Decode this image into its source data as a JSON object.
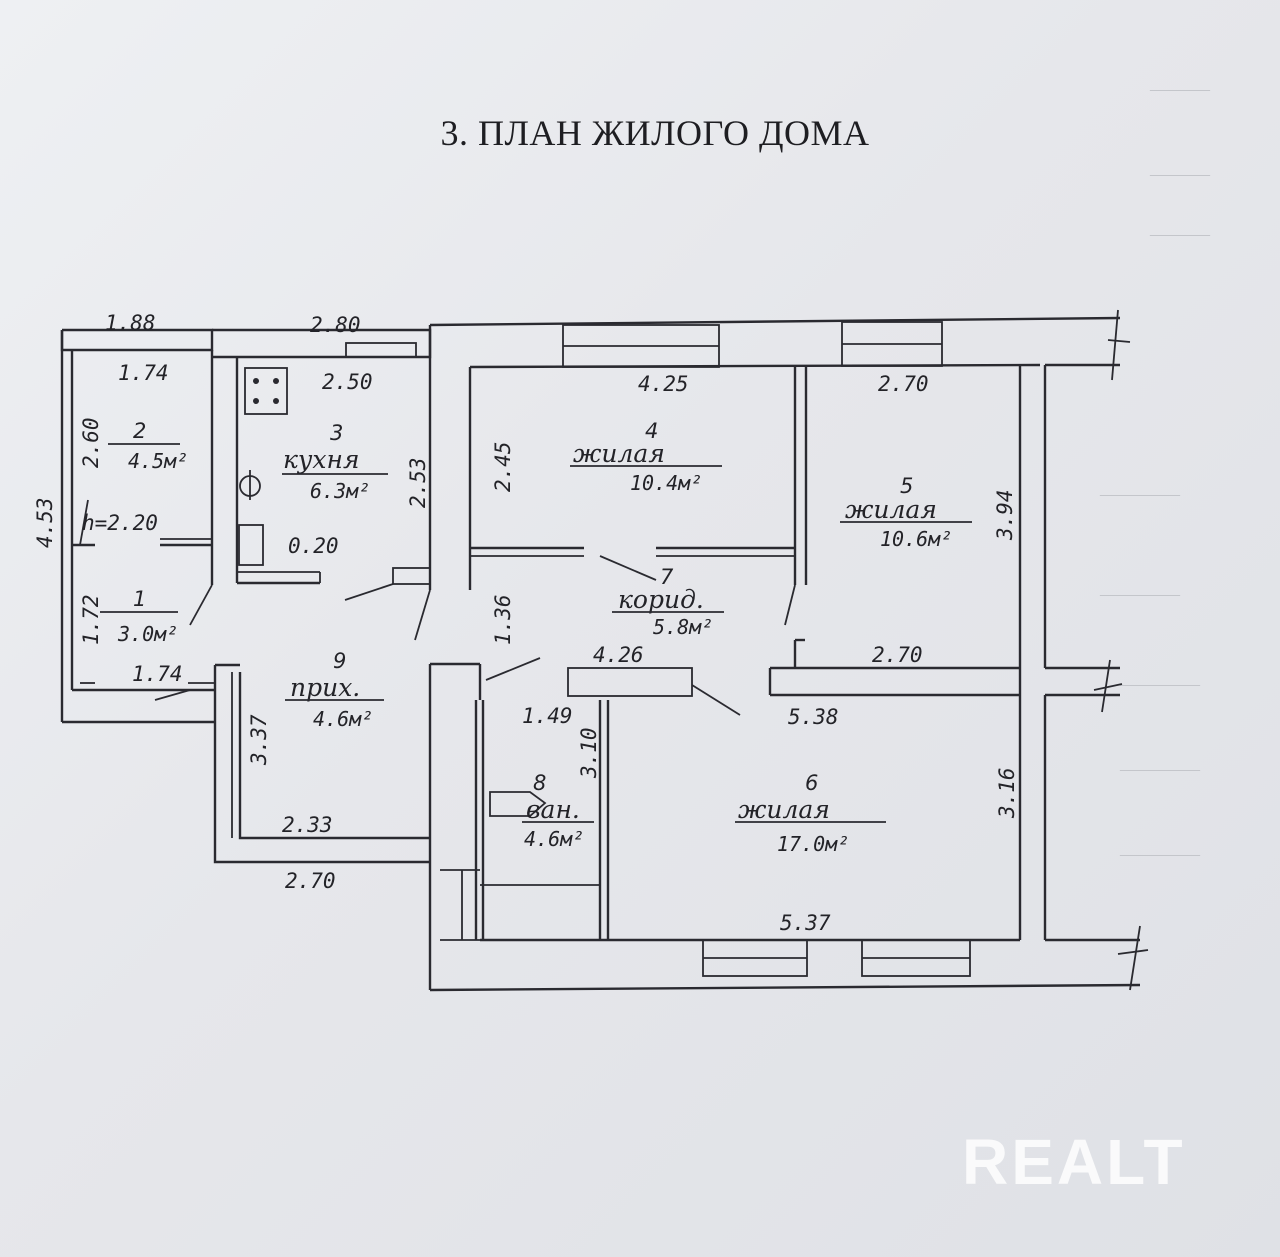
{
  "title": "3. ПЛАН ЖИЛОГО ДОМА",
  "watermark": "REALT",
  "rooms": [
    {
      "num": "1",
      "name": "",
      "area": "3.0м²"
    },
    {
      "num": "2",
      "name": "",
      "area": "4.5м²"
    },
    {
      "num": "3",
      "name": "кухня",
      "area": "6.3м²"
    },
    {
      "num": "4",
      "name": "жилая",
      "area": "10.4м²"
    },
    {
      "num": "5",
      "name": "жилая",
      "area": "10.6м²"
    },
    {
      "num": "6",
      "name": "жилая",
      "area": "17.0м²"
    },
    {
      "num": "7",
      "name": "корид.",
      "area": "5.8м²"
    },
    {
      "num": "8",
      "name": "ван.",
      "area": "4.6м²"
    },
    {
      "num": "9",
      "name": "прих.",
      "area": "4.6м²"
    }
  ],
  "ceiling_height": "h=2.20",
  "dimensions": {
    "d188": "1.88",
    "d174a": "1.74",
    "d260": "2.60",
    "d453": "4.53",
    "d172": "1.72",
    "d174b": "1.74",
    "d280": "2.80",
    "d250": "2.50",
    "d253": "2.53",
    "d020": "0.20",
    "d425": "4.25",
    "d245": "2.45",
    "d270a": "2.70",
    "d394": "3.94",
    "d136": "1.36",
    "d426": "4.26",
    "d270b": "2.70",
    "d538": "5.38",
    "d337": "3.37",
    "d233": "2.33",
    "d270c": "2.70",
    "d149": "1.49",
    "d310": "3.10",
    "d316": "3.16",
    "d537": "5.37"
  }
}
